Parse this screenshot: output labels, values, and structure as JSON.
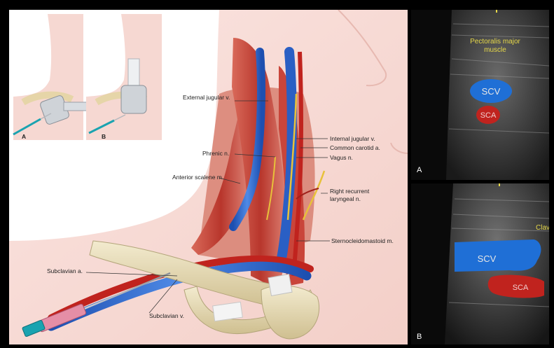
{
  "illustration": {
    "inset_labels": [
      "A",
      "B"
    ],
    "anatomy_labels": {
      "external_jugular": "External jugular v.",
      "internal_jugular": "Internal jugular v.",
      "common_carotid": "Common carotid a.",
      "vagus": "Vagus n.",
      "phrenic": "Phrenic n.",
      "anterior_scalene": "Anterior scalene m.",
      "right_recurrent_line1": "Right recurrent",
      "right_recurrent_line2": "laryngeal n.",
      "sternocleidomastoid": "Sternocleidomastoid m.",
      "subclavian_a": "Subclavian a.",
      "subclavian_v": "Subclavian v."
    }
  },
  "ultrasound": {
    "panel_a": {
      "corner_label": "A",
      "muscle_line1": "Pectoralis major",
      "muscle_line2": "muscle",
      "scv": "SCV",
      "sca": "SCA"
    },
    "panel_b": {
      "corner_label": "B",
      "clavicle": "Clavic",
      "scv": "SCV",
      "sca": "SCA"
    }
  },
  "colors": {
    "vein_blue": "#2f6fd0",
    "artery_red": "#c0231e",
    "skin": "#f6d6d0",
    "muscle": "#c8463a",
    "bone": "#e8dcb4",
    "us_label": "#e6d84a"
  }
}
